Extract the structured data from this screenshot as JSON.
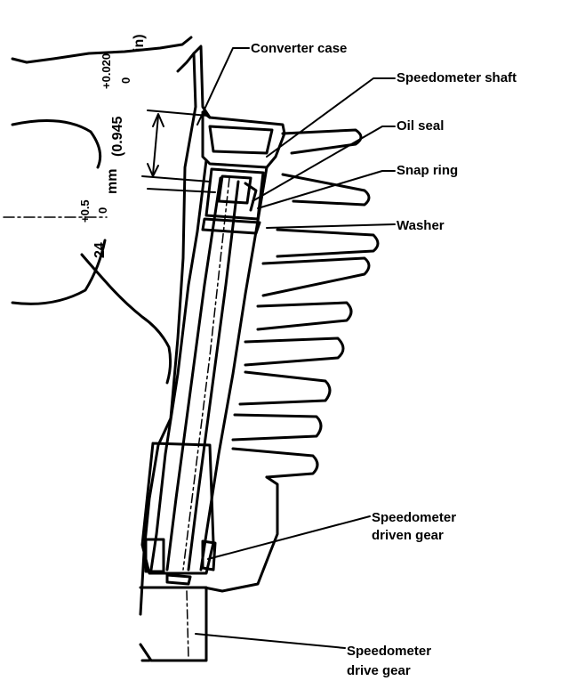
{
  "labels": {
    "converter_case": "Converter case",
    "speedometer_shaft": "Speedometer shaft",
    "oil_seal": "Oil seal",
    "snap_ring": "Snap ring",
    "washer": "Washer",
    "driven_gear_line1": "Speedometer",
    "driven_gear_line2": "driven gear",
    "drive_gear_line1": "Speedometer",
    "drive_gear_line2": "drive gear"
  },
  "dimension": {
    "nominal": "24",
    "tol_upper": "+0.5",
    "tol_lower": "0",
    "unit": "mm",
    "imperial_open": "(0.945",
    "imperial_upper": "+0.020",
    "imperial_lower": "0",
    "imperial_unit": "in)"
  }
}
